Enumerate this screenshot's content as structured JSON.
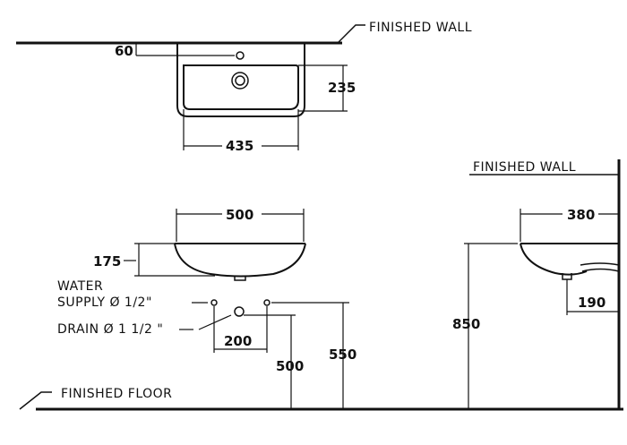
{
  "labels": {
    "finished_wall_top": "FINISHED  WALL",
    "finished_wall_side": "FINISHED  WALL",
    "finished_floor": "FINISHED  FLOOR",
    "water_supply_line1": "WATER",
    "water_supply_line2": "SUPPLY Ø 1/2\"",
    "drain": "DRAIN Ø 1 1/2 \""
  },
  "dimensions": {
    "top_offset": "60",
    "bowl_depth": "235",
    "bowl_width": "435",
    "basin_width": "500",
    "basin_height": "175",
    "supply_spacing": "200",
    "supply_height": "500",
    "drain_height": "550",
    "side_depth": "380",
    "side_rim_height": "850",
    "drain_projection": "190"
  }
}
